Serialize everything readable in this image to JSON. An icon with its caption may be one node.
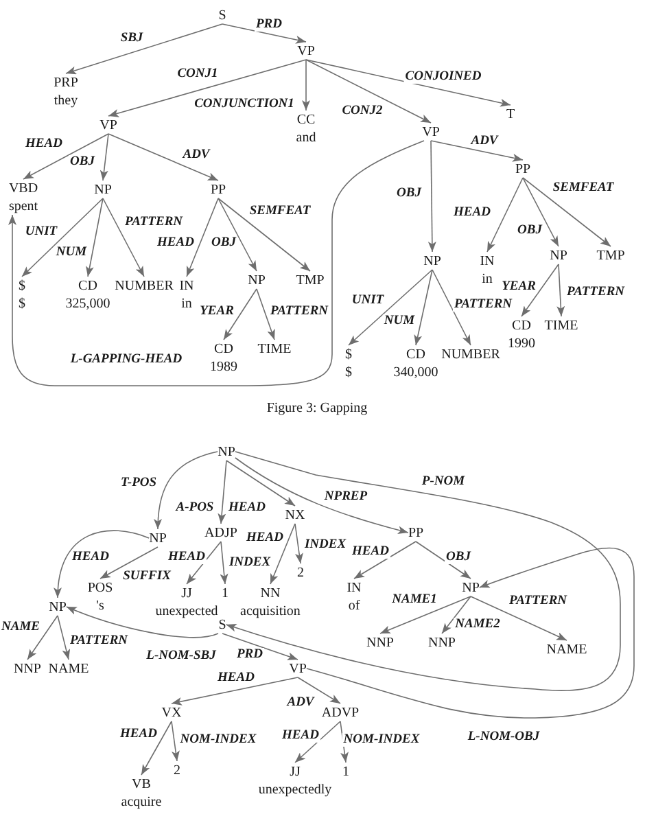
{
  "diagram": {
    "caption": "Figure 3: Gapping",
    "nodes": [
      {
        "text": [
          "S"
        ]
      },
      {
        "text": [
          "PRP",
          "they"
        ]
      },
      {
        "text": [
          "VP"
        ]
      },
      {
        "text": [
          "VP"
        ]
      },
      {
        "text": [
          "VBD",
          "spent"
        ]
      },
      {
        "text": [
          "NP"
        ]
      },
      {
        "text": [
          "$",
          "$"
        ]
      },
      {
        "text": [
          "CD",
          "325,000"
        ]
      },
      {
        "text": [
          "NUMBER"
        ]
      },
      {
        "text": [
          "PP"
        ]
      },
      {
        "text": [
          "IN",
          "in"
        ]
      },
      {
        "text": [
          "NP"
        ]
      },
      {
        "text": [
          "CD",
          "1989"
        ]
      },
      {
        "text": [
          "TIME"
        ]
      },
      {
        "text": [
          "TMP"
        ]
      },
      {
        "text": [
          "CC",
          "and"
        ]
      },
      {
        "text": [
          "VP"
        ]
      },
      {
        "text": [
          "NP"
        ]
      },
      {
        "text": [
          "$",
          "$"
        ]
      },
      {
        "text": [
          "CD",
          "340,000"
        ]
      },
      {
        "text": [
          "NUMBER"
        ]
      },
      {
        "text": [
          "PP"
        ]
      },
      {
        "text": [
          "IN",
          "in"
        ]
      },
      {
        "text": [
          "NP"
        ]
      },
      {
        "text": [
          "CD",
          "1990"
        ]
      },
      {
        "text": [
          "TIME"
        ]
      },
      {
        "text": [
          "TMP"
        ]
      },
      {
        "text": [
          "T"
        ]
      },
      {
        "text": [
          "NP"
        ]
      },
      {
        "text": [
          "NP"
        ]
      },
      {
        "text": [
          "NP"
        ]
      },
      {
        "text": [
          "NNP"
        ]
      },
      {
        "text": [
          "NAME"
        ]
      },
      {
        "text": [
          "POS",
          "'s"
        ]
      },
      {
        "text": [
          "ADJP"
        ]
      },
      {
        "text": [
          "JJ",
          "unexpected"
        ]
      },
      {
        "text": [
          "1"
        ]
      },
      {
        "text": [
          "NX"
        ]
      },
      {
        "text": [
          "NN",
          "acquisition"
        ]
      },
      {
        "text": [
          "2"
        ]
      },
      {
        "text": [
          "PP"
        ]
      },
      {
        "text": [
          "IN",
          "of"
        ]
      },
      {
        "text": [
          "NP"
        ]
      },
      {
        "text": [
          "NNP"
        ]
      },
      {
        "text": [
          "NNP"
        ]
      },
      {
        "text": [
          "NAME"
        ]
      },
      {
        "text": [
          "S"
        ]
      },
      {
        "text": [
          "VP"
        ]
      },
      {
        "text": [
          "VX"
        ]
      },
      {
        "text": [
          "VB",
          "acquire"
        ]
      },
      {
        "text": [
          "2"
        ]
      },
      {
        "text": [
          "ADVP"
        ]
      },
      {
        "text": [
          "JJ",
          "unexpectedly"
        ]
      },
      {
        "text": [
          "1"
        ]
      }
    ],
    "edges": [
      {
        "from": 0,
        "to": 1,
        "arrow": "to",
        "label": "SBJ"
      },
      {
        "from": 0,
        "to": 2,
        "arrow": "to",
        "label": "PRD"
      },
      {
        "from": 2,
        "to": 3,
        "arrow": "to",
        "label": "CONJ1"
      },
      {
        "from": 2,
        "to": 15,
        "arrow": "to",
        "label": "CONJUNCTION1"
      },
      {
        "from": 2,
        "to": 16,
        "arrow": "to",
        "label": "CONJ2"
      },
      {
        "from": 2,
        "to": 27,
        "arrow": "to",
        "label": "CONJOINED"
      },
      {
        "from": 3,
        "to": 4,
        "arrow": "to",
        "label": "HEAD"
      },
      {
        "from": 3,
        "to": 5,
        "arrow": "to",
        "label": "OBJ"
      },
      {
        "from": 3,
        "to": 9,
        "arrow": "to",
        "label": "ADV"
      },
      {
        "from": 5,
        "to": 6,
        "arrow": "to",
        "label": "UNIT"
      },
      {
        "from": 5,
        "to": 7,
        "arrow": "to",
        "label": "NUM"
      },
      {
        "from": 5,
        "to": 8,
        "arrow": "to",
        "label": "PATTERN"
      },
      {
        "from": 9,
        "to": 10,
        "arrow": "to",
        "label": "HEAD"
      },
      {
        "from": 9,
        "to": 11,
        "arrow": "to",
        "label": "OBJ"
      },
      {
        "from": 9,
        "to": 14,
        "arrow": "to",
        "label": "SEMFEAT"
      },
      {
        "from": 11,
        "to": 12,
        "arrow": "to",
        "label": "YEAR"
      },
      {
        "from": 11,
        "to": 13,
        "arrow": "to",
        "label": "PATTERN"
      },
      {
        "from": 16,
        "to": 17,
        "arrow": "to",
        "label": "OBJ"
      },
      {
        "from": 16,
        "to": 21,
        "arrow": "to",
        "label": "ADV"
      },
      {
        "from": 16,
        "to": 4,
        "arrow": "to",
        "label": "L-GAPPING-HEAD"
      },
      {
        "from": 17,
        "to": 18,
        "arrow": "to",
        "label": "UNIT"
      },
      {
        "from": 17,
        "to": 19,
        "arrow": "to",
        "label": "NUM"
      },
      {
        "from": 17,
        "to": 20,
        "arrow": "to",
        "label": "PATTERN"
      },
      {
        "from": 21,
        "to": 22,
        "arrow": "to",
        "label": "HEAD"
      },
      {
        "from": 21,
        "to": 23,
        "arrow": "to",
        "label": "OBJ"
      },
      {
        "from": 21,
        "to": 26,
        "arrow": "to",
        "label": "SEMFEAT"
      },
      {
        "from": 23,
        "to": 24,
        "arrow": "to",
        "label": "YEAR"
      },
      {
        "from": 23,
        "to": 25,
        "arrow": "to",
        "label": "PATTERN"
      },
      {
        "from": 28,
        "to": 29,
        "arrow": "to",
        "label": "T-POS"
      },
      {
        "from": 28,
        "to": 34,
        "arrow": "to",
        "label": "A-POS"
      },
      {
        "from": 28,
        "to": 37,
        "arrow": "to",
        "label": "HEAD"
      },
      {
        "from": 28,
        "to": 40,
        "arrow": "to",
        "label": "NPREP"
      },
      {
        "from": 28,
        "to": 46,
        "arrow": "to",
        "label": "P-NOM"
      },
      {
        "from": 29,
        "to": 30,
        "arrow": "to",
        "label": "HEAD"
      },
      {
        "from": 29,
        "to": 33,
        "arrow": "to",
        "label": "SUFFIX"
      },
      {
        "from": 30,
        "to": 31,
        "arrow": "to",
        "label": "NAME"
      },
      {
        "from": 30,
        "to": 32,
        "arrow": "to",
        "label": "PATTERN"
      },
      {
        "from": 34,
        "to": 35,
        "arrow": "to",
        "label": "HEAD"
      },
      {
        "from": 34,
        "to": 36,
        "arrow": "to",
        "label": "INDEX"
      },
      {
        "from": 37,
        "to": 38,
        "arrow": "to",
        "label": "HEAD"
      },
      {
        "from": 37,
        "to": 39,
        "arrow": "to",
        "label": "INDEX"
      },
      {
        "from": 40,
        "to": 41,
        "arrow": "to",
        "label": "HEAD"
      },
      {
        "from": 40,
        "to": 42,
        "arrow": "to",
        "label": "OBJ"
      },
      {
        "from": 42,
        "to": 43,
        "arrow": "to",
        "label": "NAME1"
      },
      {
        "from": 42,
        "to": 44,
        "arrow": "to",
        "label": "NAME2"
      },
      {
        "from": 42,
        "to": 45,
        "arrow": "to",
        "label": "PATTERN"
      },
      {
        "from": 46,
        "to": 30,
        "arrow": "to",
        "label": "L-NOM-SBJ"
      },
      {
        "from": 46,
        "to": 47,
        "arrow": "to",
        "label": "PRD"
      },
      {
        "from": 47,
        "to": 48,
        "arrow": "to",
        "label": "HEAD"
      },
      {
        "from": 47,
        "to": 51,
        "arrow": "to",
        "label": "ADV"
      },
      {
        "from": 47,
        "to": 42,
        "arrow": "to",
        "label": "L-NOM-OBJ"
      },
      {
        "from": 48,
        "to": 49,
        "arrow": "to",
        "label": "HEAD"
      },
      {
        "from": 48,
        "to": 50,
        "arrow": "to",
        "label": "NOM-INDEX"
      },
      {
        "from": 51,
        "to": 52,
        "arrow": "to",
        "label": "HEAD"
      },
      {
        "from": 51,
        "to": 53,
        "arrow": "to",
        "label": "NOM-INDEX"
      }
    ]
  }
}
